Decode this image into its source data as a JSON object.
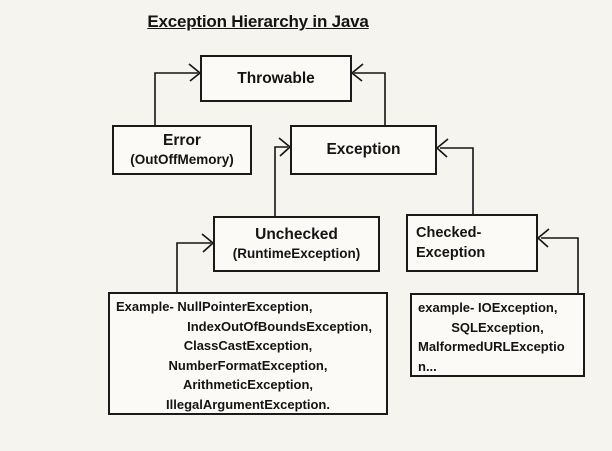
{
  "title": "Exception Hierarchy in Java",
  "colors": {
    "background": "#f6f4ef",
    "box_fill": "#fbfaf7",
    "box_border": "#1a1a1a",
    "line": "#141414",
    "text": "#141414"
  },
  "nodes": {
    "throwable": {
      "label": "Throwable"
    },
    "error": {
      "label": "Error",
      "sublabel": "(OutOffMemory)"
    },
    "exception": {
      "label": "Exception"
    },
    "unchecked": {
      "label": "Unchecked",
      "sublabel": "(RuntimeException)"
    },
    "checked": {
      "line1": "Checked-",
      "line2": "Exception"
    },
    "example_unchecked": {
      "lines": [
        "Example- NullPointerException,",
        "IndexOutOfBoundsException,",
        "ClassCastException,",
        "NumberFormatException,",
        "ArithmeticException,",
        "IllegalArgumentException."
      ]
    },
    "example_checked": {
      "lines": [
        "example- IOException,",
        "SQLException,",
        "MalformedURLExceptio",
        "n..."
      ]
    }
  },
  "edges": [
    {
      "from": "error",
      "to": "throwable"
    },
    {
      "from": "exception",
      "to": "throwable"
    },
    {
      "from": "unchecked",
      "to": "exception"
    },
    {
      "from": "checked",
      "to": "exception"
    },
    {
      "from": "example_unchecked",
      "to": "unchecked"
    },
    {
      "from": "example_checked",
      "to": "checked"
    }
  ]
}
